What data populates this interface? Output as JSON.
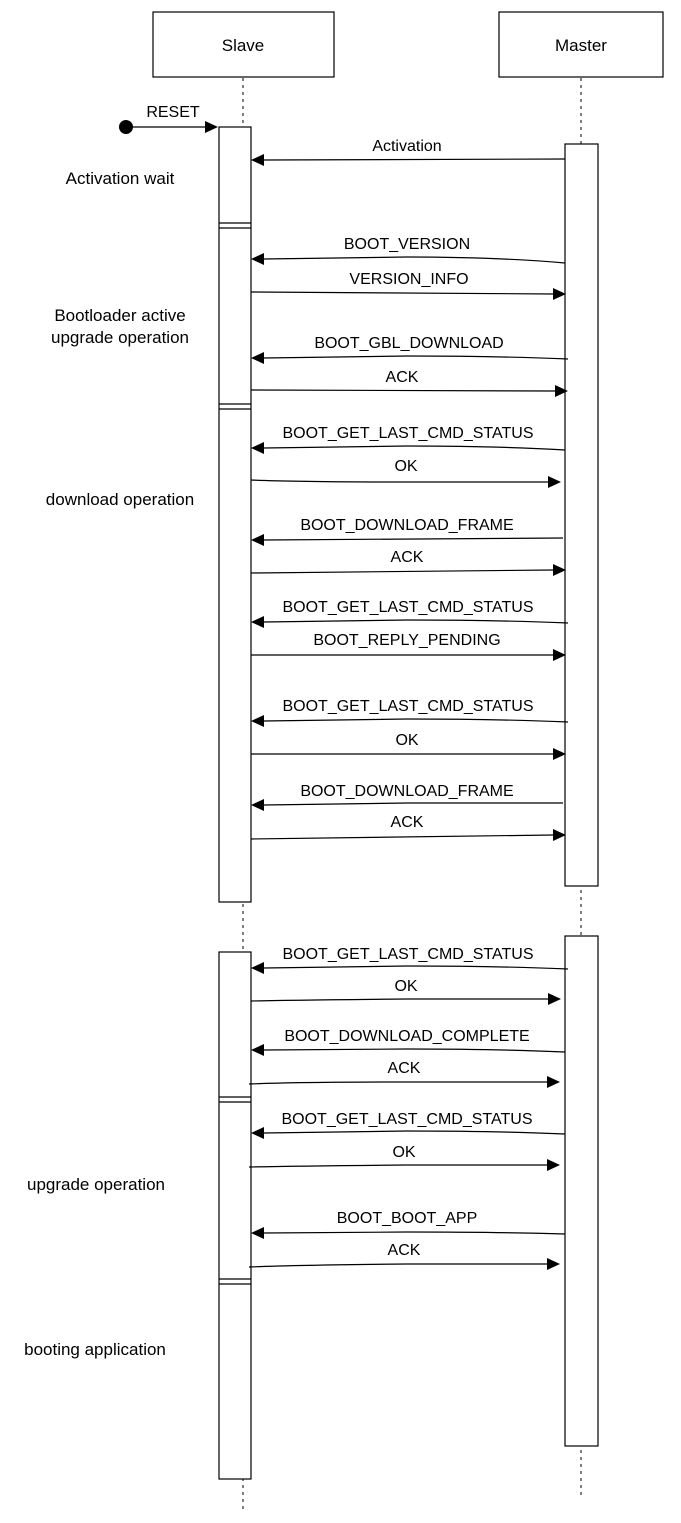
{
  "participants": {
    "slave": {
      "label": "Slave"
    },
    "master": {
      "label": "Master"
    }
  },
  "reset_label": "RESET",
  "phases": [
    {
      "lines": [
        "Activation wait"
      ]
    },
    {
      "lines": [
        "Bootloader active",
        "upgrade operation"
      ]
    },
    {
      "lines": [
        "download operation"
      ]
    },
    {
      "lines": [
        "upgrade operation"
      ]
    },
    {
      "lines": [
        "booting application"
      ]
    }
  ],
  "messages": [
    {
      "label": "Activation",
      "direction": "master-to-slave"
    },
    {
      "label": "BOOT_VERSION",
      "direction": "master-to-slave"
    },
    {
      "label": "VERSION_INFO",
      "direction": "slave-to-master"
    },
    {
      "label": "BOOT_GBL_DOWNLOAD",
      "direction": "master-to-slave"
    },
    {
      "label": "ACK",
      "direction": "slave-to-master"
    },
    {
      "label": "BOOT_GET_LAST_CMD_STATUS",
      "direction": "master-to-slave"
    },
    {
      "label": "OK",
      "direction": "slave-to-master"
    },
    {
      "label": "BOOT_DOWNLOAD_FRAME",
      "direction": "master-to-slave"
    },
    {
      "label": "ACK",
      "direction": "slave-to-master"
    },
    {
      "label": "BOOT_GET_LAST_CMD_STATUS",
      "direction": "master-to-slave"
    },
    {
      "label": "BOOT_REPLY_PENDING",
      "direction": "slave-to-master"
    },
    {
      "label": "BOOT_GET_LAST_CMD_STATUS",
      "direction": "master-to-slave"
    },
    {
      "label": "OK",
      "direction": "slave-to-master"
    },
    {
      "label": "BOOT_DOWNLOAD_FRAME",
      "direction": "master-to-slave"
    },
    {
      "label": "ACK",
      "direction": "slave-to-master"
    },
    {
      "label": "BOOT_GET_LAST_CMD_STATUS",
      "direction": "master-to-slave"
    },
    {
      "label": "OK",
      "direction": "slave-to-master"
    },
    {
      "label": "BOOT_DOWNLOAD_COMPLETE",
      "direction": "master-to-slave"
    },
    {
      "label": "ACK",
      "direction": "slave-to-master"
    },
    {
      "label": "BOOT_GET_LAST_CMD_STATUS",
      "direction": "master-to-slave"
    },
    {
      "label": "OK",
      "direction": "slave-to-master"
    },
    {
      "label": "BOOT_BOOT_APP",
      "direction": "master-to-slave"
    },
    {
      "label": "ACK",
      "direction": "slave-to-master"
    }
  ]
}
